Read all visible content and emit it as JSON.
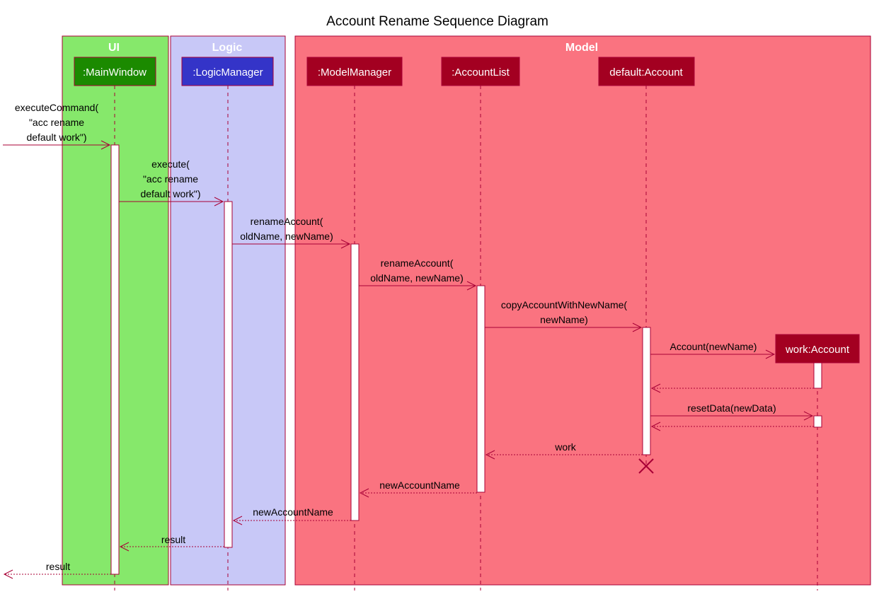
{
  "diagram": {
    "title": "Account Rename Sequence Diagram",
    "colors": {
      "ui_bg": "#86e86b",
      "logic_bg": "#c8c8f7",
      "model_bg": "#fa7380",
      "border": "#a80036",
      "mainwindow": "#1b8a00",
      "logicmanager": "#3434c8",
      "model_part": "#a30021"
    },
    "groups": [
      {
        "id": "ui",
        "label": "UI"
      },
      {
        "id": "logic",
        "label": "Logic"
      },
      {
        "id": "model",
        "label": "Model"
      }
    ],
    "participants": [
      {
        "id": "mainwindow",
        "label": ":MainWindow"
      },
      {
        "id": "logicmanager",
        "label": ":LogicManager"
      },
      {
        "id": "modelmanager",
        "label": ":ModelManager"
      },
      {
        "id": "accountlist",
        "label": ":AccountList"
      },
      {
        "id": "defaultaccount",
        "label": "default:Account"
      },
      {
        "id": "workaccount",
        "label": "work:Account"
      }
    ],
    "messages": [
      {
        "id": "m1",
        "lines": [
          "executeCommand(",
          "\"acc rename",
          "default work\")"
        ]
      },
      {
        "id": "m2",
        "lines": [
          "execute(",
          "\"acc rename",
          "default work\")"
        ]
      },
      {
        "id": "m3",
        "lines": [
          "renameAccount(",
          "oldName, newName)"
        ]
      },
      {
        "id": "m4",
        "lines": [
          "renameAccount(",
          "oldName, newName)"
        ]
      },
      {
        "id": "m5",
        "lines": [
          "copyAccountWithNewName(",
          "newName)"
        ]
      },
      {
        "id": "m6",
        "lines": [
          "Account(newName)"
        ]
      },
      {
        "id": "m7",
        "lines": []
      },
      {
        "id": "m8",
        "lines": [
          "resetData(newData)"
        ]
      },
      {
        "id": "m9",
        "lines": []
      },
      {
        "id": "m10",
        "lines": [
          "work"
        ]
      },
      {
        "id": "m11",
        "lines": [
          "newAccountName"
        ]
      },
      {
        "id": "m12",
        "lines": [
          "newAccountName"
        ]
      },
      {
        "id": "m13",
        "lines": [
          "result"
        ]
      },
      {
        "id": "m14",
        "lines": [
          "result"
        ]
      }
    ]
  }
}
